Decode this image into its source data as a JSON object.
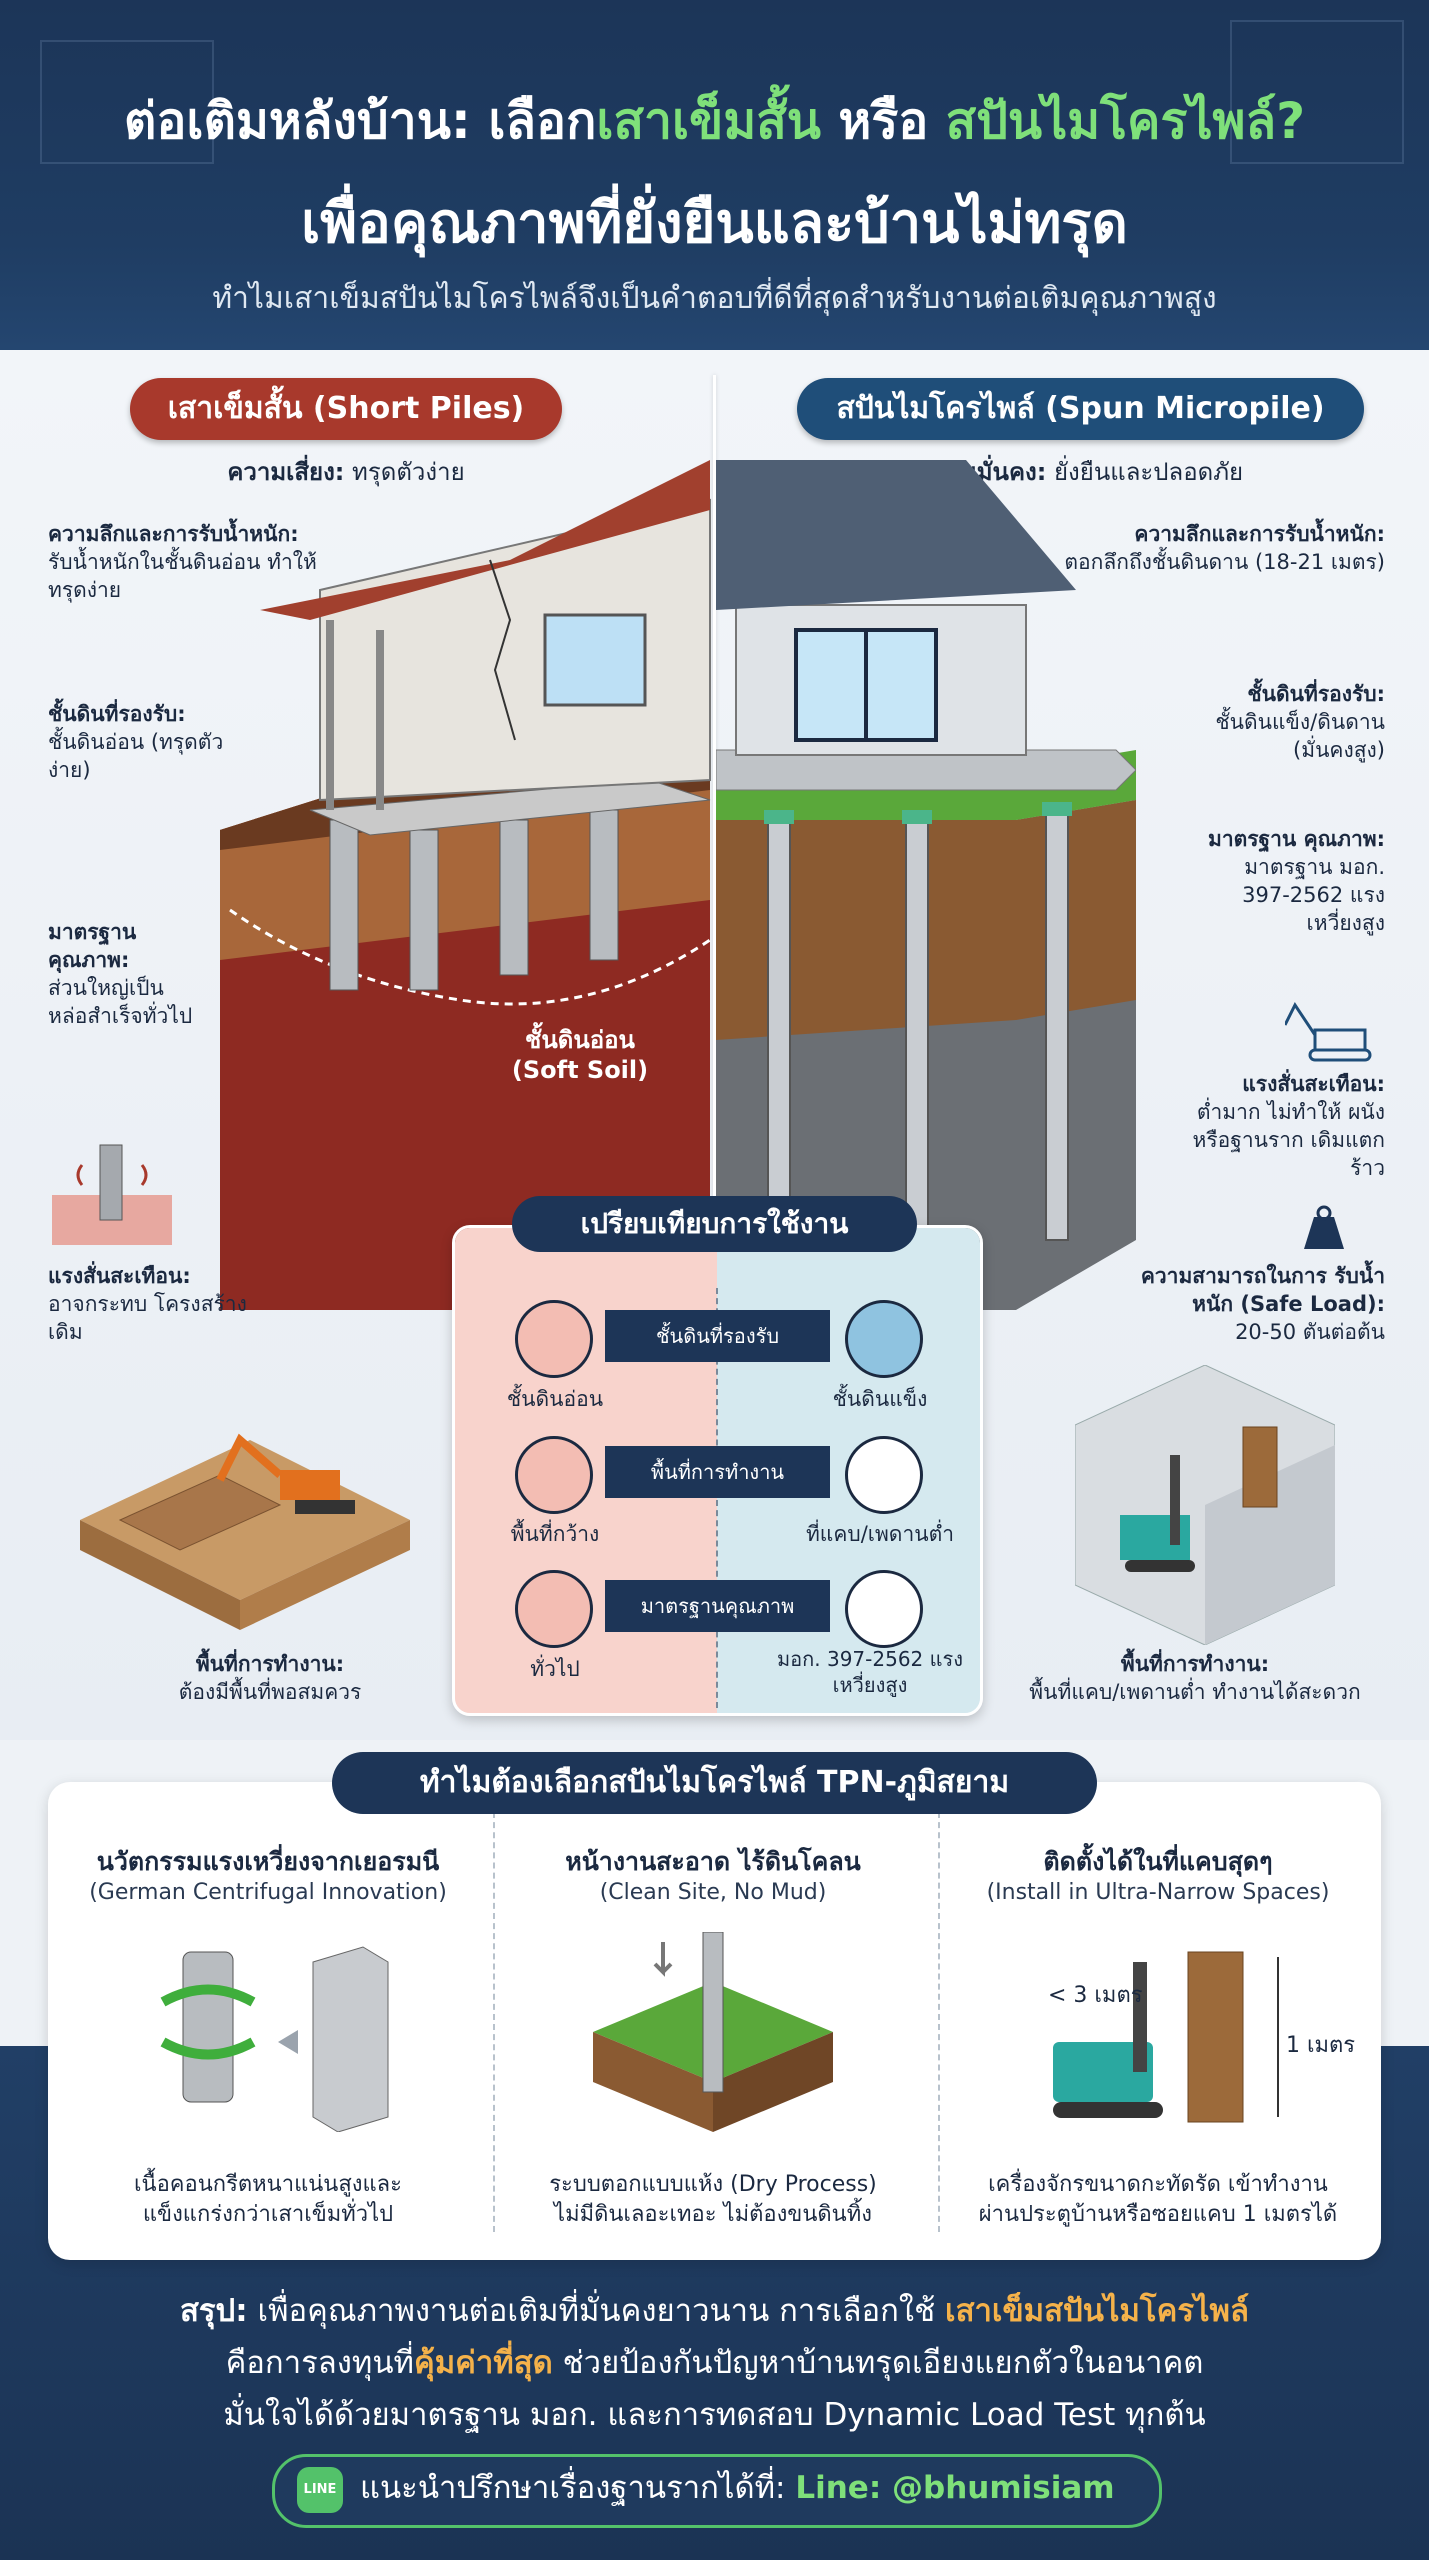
{
  "header": {
    "title_part1": "ต่อเติมหลังบ้าน: เลือก",
    "title_highlight1": "เสาเข็มสั้น",
    "title_part2": " หรือ ",
    "title_highlight2": "สปันไมโครไพล์?",
    "title_line2": "เพื่อคุณภาพที่ยั่งยืนและบ้านไม่ทรุด",
    "subtitle": "ทำไมเสาเข็มสปันไมโครไพล์จึงเป็นคำตอบที่ดีที่สุดสำหรับงานต่อเติมคุณภาพสูง"
  },
  "left": {
    "pill": "เสาเข็มสั้น (Short Piles)",
    "risk_label": "ความเสี่ยง:",
    "risk_value": "ทรุดตัวง่าย",
    "depth_title": "ความลึกและการรับน้ำหนัก:",
    "depth_text": "รับน้ำหนักในชั้นดินอ่อน ทำให้ทรุดง่าย",
    "soil_title": "ชั้นดินที่รองรับ:",
    "soil_text": "ชั้นดินอ่อน (ทรุดตัวง่าย)",
    "std_title": "มาตรฐาน คุณภาพ:",
    "std_text": "ส่วนใหญ่เป็น หล่อสำเร็จทั่วไป",
    "soft_soil_label": "ชั้นดินอ่อน",
    "soft_soil_en": "(Soft Soil)",
    "vib_title": "แรงสั่นสะเทือน:",
    "vib_text": "อาจกระทบ โครงสร้างเดิม",
    "work_title": "พื้นที่การทำงาน:",
    "work_text": "ต้องมีพื้นที่พอสมควร"
  },
  "right": {
    "pill": "สปันไมโครไพล์ (Spun Micropile)",
    "stab_label": "ความมั่นคง:",
    "stab_value": "ยั่งยืนและปลอดภัย",
    "depth_title": "ความลึกและการรับน้ำหนัก:",
    "depth_text": "ตอกลึกถึงชั้นดินดาน (18-21 เมตร)",
    "soil_title": "ชั้นดินที่รองรับ:",
    "soil_text": "ชั้นดินแข็ง/ดินดาน (มั่นคงสูง)",
    "std_title": "มาตรฐาน คุณภาพ:",
    "std_text": "มาตรฐาน มอก. 397-2562 แรงเหวี่ยงสูง",
    "vib_title": "แรงสั่นสะเทือน:",
    "vib_text": "ต่ำมาก ไม่ทำให้ ผนังหรือฐานราก เดิมแตกร้าว",
    "load_title": "ความสามารถในการ รับน้ำหนัก (Safe Load):",
    "load_text": "20-50 ตันต่อต้น",
    "work_title": "พื้นที่การทำงาน:",
    "work_text": "พื้นที่แคบ/เพดานต่ำ ทำงานได้สะดวก"
  },
  "compare": {
    "title": "เปรียบเทียบการใช้งาน",
    "rows": [
      {
        "arrow": "ชั้นดินที่รองรับ",
        "left": "ชั้นดินอ่อน",
        "right": "ชั้นดินแข็ง"
      },
      {
        "arrow": "พื้นที่การทำงาน",
        "left": "พื้นที่กว้าง",
        "right": "ที่แคบ/เพดานต่ำ"
      },
      {
        "arrow": "มาตรฐานคุณภาพ",
        "left": "ทั่วไป",
        "right": "มอก. 397-2562 แรงเหวี่ยงสูง"
      }
    ]
  },
  "why": {
    "title": "ทำไมต้องเลือกสปันไมโครไพล์ TPN-ภูมิสยาม",
    "cols": [
      {
        "title": "นวัตกรรมแรงเหวี่ยงจากเยอรมนี",
        "sub": "(German Centrifugal Innovation)",
        "cap1": "เนื้อคอนกรีตหนาแน่นสูงและ",
        "cap2": "แข็งแกร่งกว่าเสาเข็มทั่วไป"
      },
      {
        "title": "หน้างานสะอาด ไร้ดินโคลน",
        "sub": "(Clean Site, No Mud)",
        "cap1": "ระบบตอกแบบแห้ง (Dry Process)",
        "cap2": "ไม่มีดินเลอะเทอะ ไม่ต้องขนดินทิ้ง"
      },
      {
        "title": "ติดตั้งได้ในที่แคบสุดๆ",
        "sub": "(Install in Ultra-Narrow Spaces)",
        "cap1": "เครื่องจักรขนาดกะทัดรัด เข้าทำงาน",
        "cap2": "ผ่านประตูบ้านหรือซอยแคบ 1 เมตรได้",
        "height_label": "< 3 เมตร",
        "width_label": "1 เมตร"
      }
    ]
  },
  "conclusion": {
    "lead": "สรุป:",
    "l1a": " เพื่อคุณภาพงานต่อเติมที่มั่นคงยาวนาน การเลือกใช้ ",
    "l1b": "เสาเข็มสปันไมโครไพล์",
    "l2a": "คือการลงทุนที่",
    "l2b": "คุ้มค่าที่สุด",
    "l2c": " ช่วยป้องกันปัญหาบ้านทรุดเอียงแยกตัวในอนาคต",
    "l3": "มั่นใจได้ด้วยมาตรฐาน มอก. และการทดสอบ Dynamic Load Test ทุกต้น"
  },
  "contact": {
    "line_icon_text": "LINE",
    "text": "แนะนำปรึกษาเรื่องฐานรากได้ที่: ",
    "handle": "Line: @bhumisiam"
  },
  "colors": {
    "navy": "#1d3557",
    "red_pill": "#a8392c",
    "blue_pill": "#1f4e79",
    "green": "#7fe07a",
    "orange": "#f5b24a"
  }
}
